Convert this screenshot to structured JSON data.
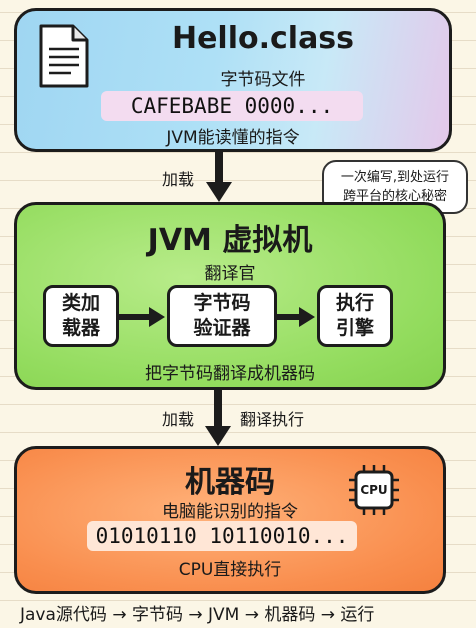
{
  "class_box": {
    "title": "Hello.class",
    "subtitle": "字节码文件",
    "code": "CAFEBABE 0000...",
    "caption": "JVM能读懂的指令",
    "icon": "document-icon"
  },
  "arrow1": {
    "label": "加载"
  },
  "bubble": {
    "line1": "一次编写,到处运行",
    "line2": "跨平台的核心秘密"
  },
  "jvm_box": {
    "title": "JVM 虚拟机",
    "subtitle": "翻译官",
    "stages": [
      {
        "line1": "类加",
        "line2": "载器"
      },
      {
        "line1": "字节码",
        "line2": "验证器"
      },
      {
        "line1": "执行",
        "line2": "引擎"
      }
    ],
    "caption": "把字节码翻译成机器码"
  },
  "arrow2": {
    "label_left": "加载",
    "label_right": "翻译执行"
  },
  "mc_box": {
    "title": "机器码",
    "subtitle": "电脑能识别的指令",
    "code": "01010110 10110010...",
    "caption": "CPU直接执行",
    "chip_label": "CPU",
    "icon": "cpu-chip-icon"
  },
  "footer": {
    "text": "Java源代码 → 字节码 → JVM → 机器码 → 运行"
  },
  "colors": {
    "class_box": "#aee0f6",
    "jvm_box": "#93dc5e",
    "mc_box": "#f98e4e",
    "outline": "#1c1c1c"
  }
}
